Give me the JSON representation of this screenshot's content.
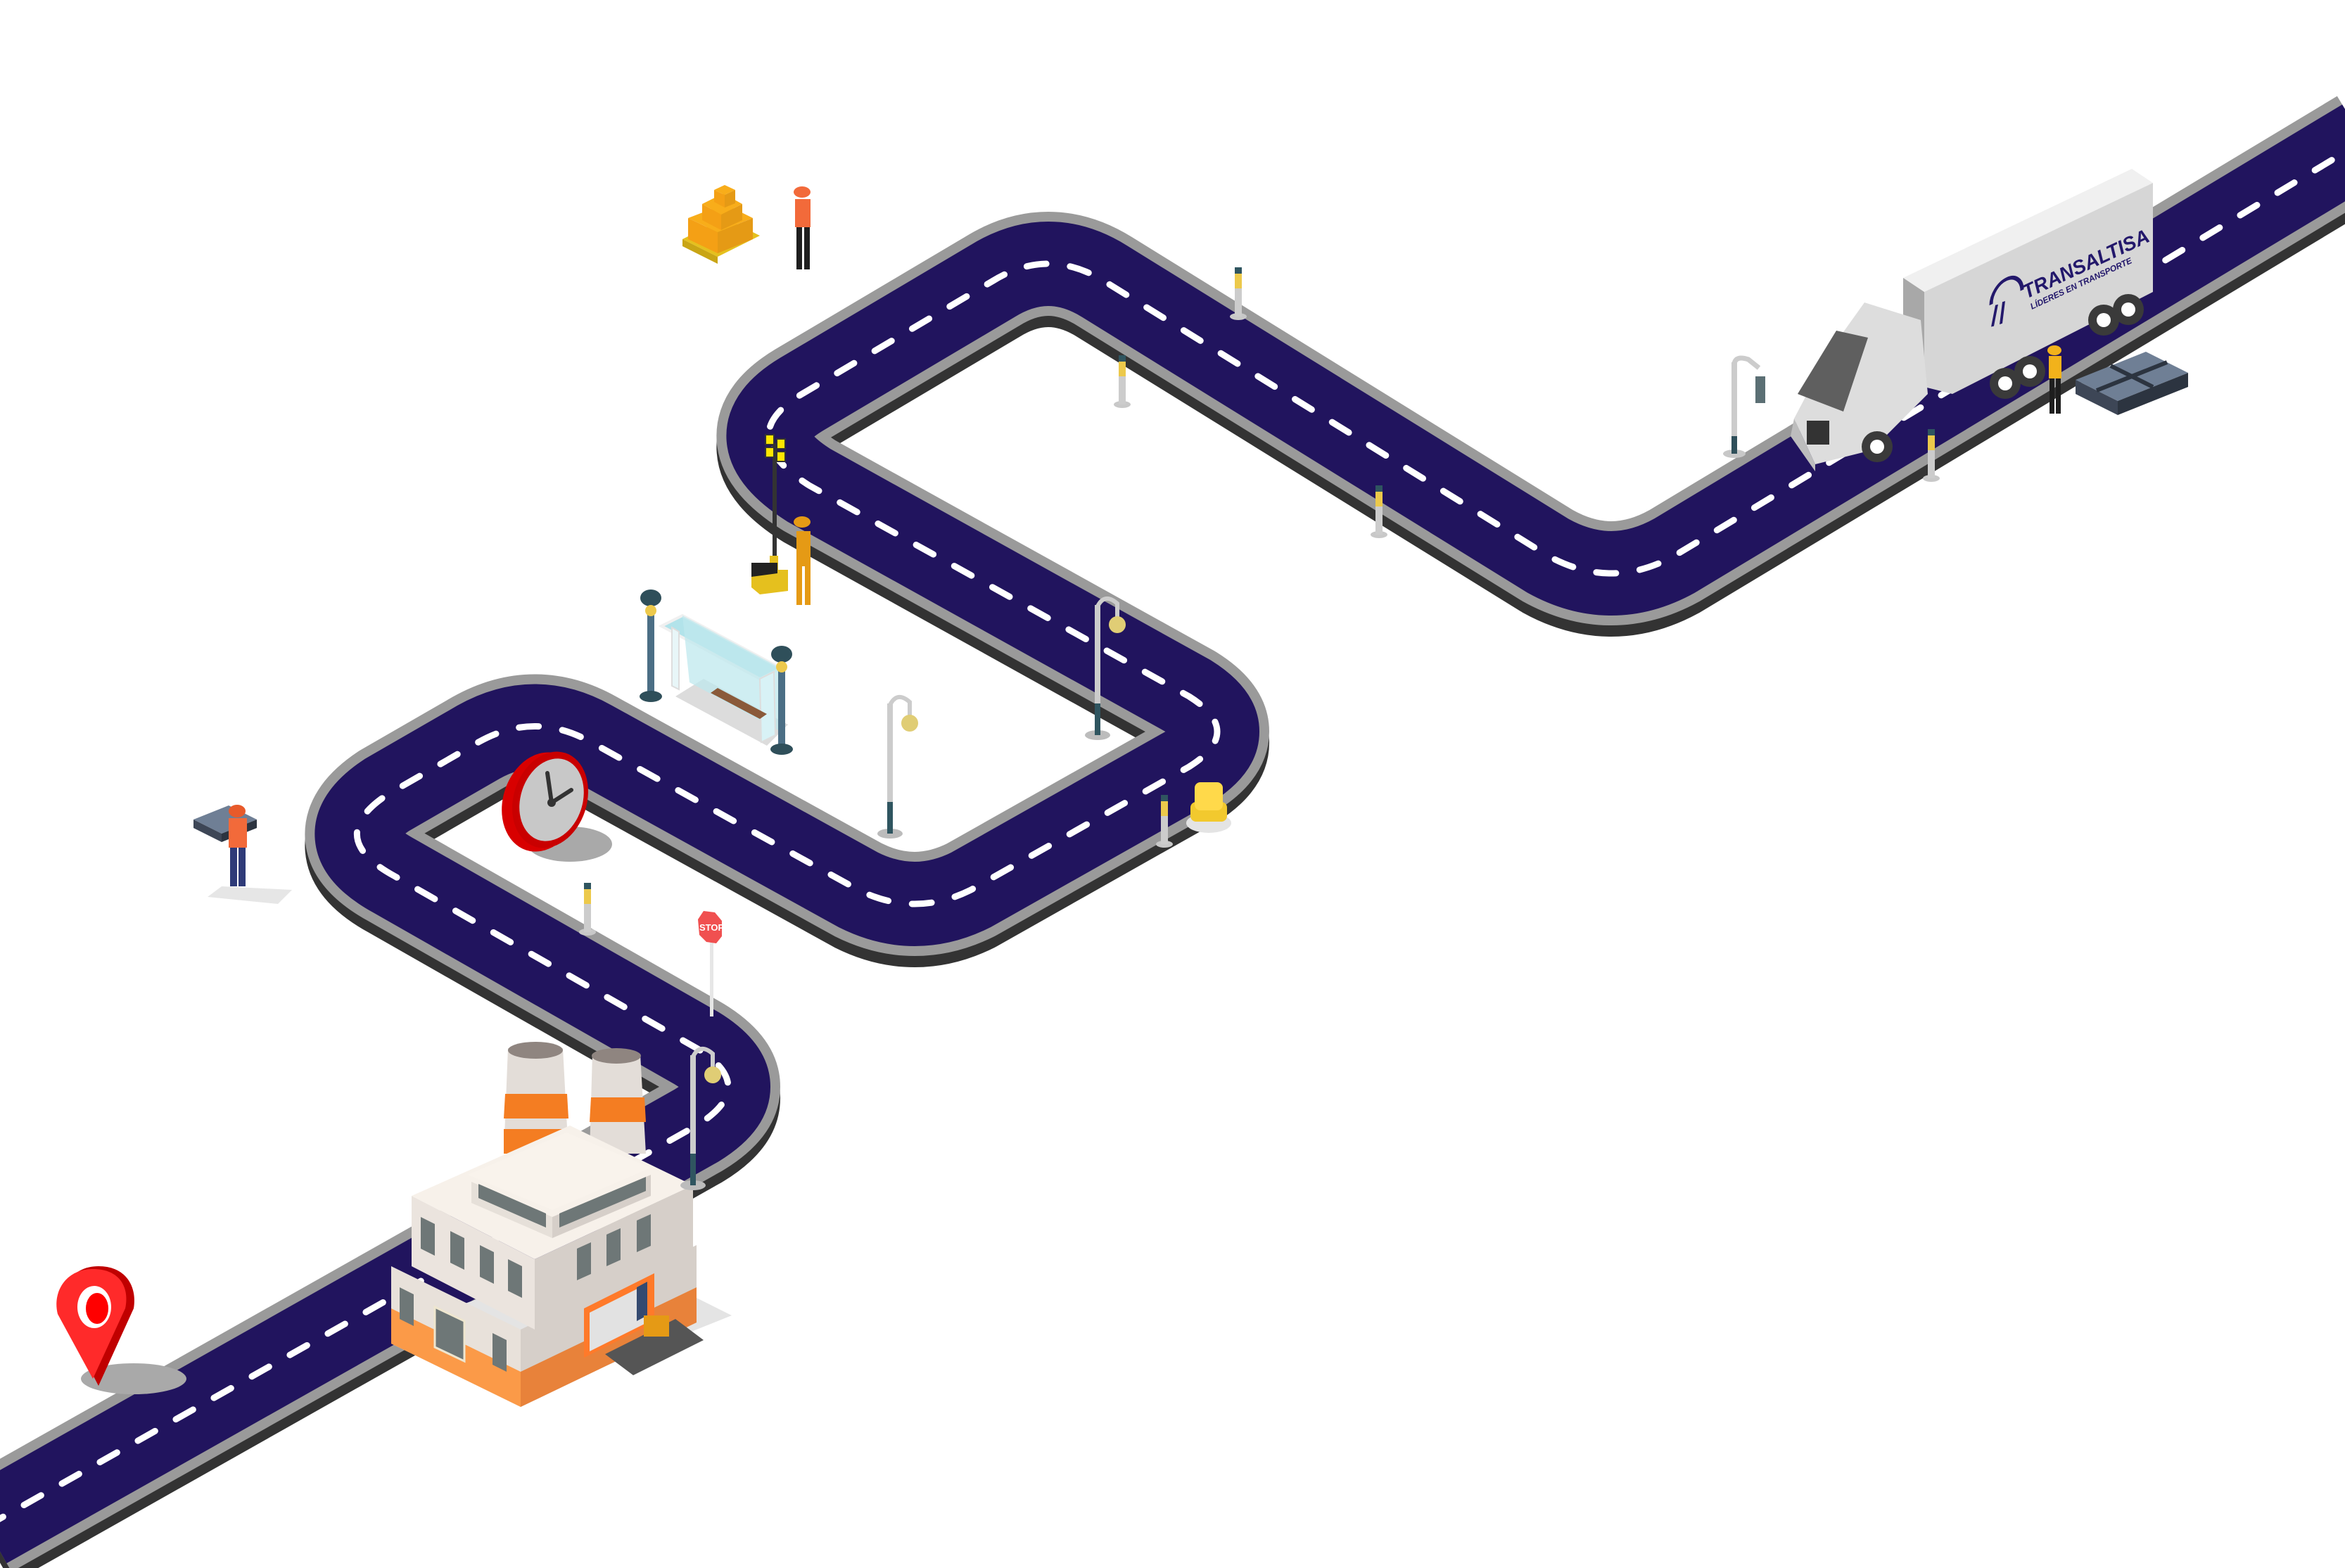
{
  "scene": {
    "title": "Isometric logistics route illustration",
    "colors": {
      "background": "#ffffff",
      "road_surface": "#21145e",
      "road_curb": "#9a9a9a",
      "road_side": "#333333",
      "lane_marking": "#ffffff",
      "accent_orange": "#f47d22",
      "accent_red": "#e00000",
      "accent_yellow": "#f2c92e",
      "brand_navy": "#23186b"
    }
  },
  "truck": {
    "brand": "TRANSALTISA",
    "slogan": "LÍDERES EN TRANSPORTE",
    "icon": "truck-icon"
  },
  "stop_sign": {
    "text": "STOP",
    "icon": "stop-sign-icon"
  },
  "landmarks": [
    {
      "name": "location-pin",
      "icon": "map-pin-icon"
    },
    {
      "name": "factory",
      "icon": "factory-icon"
    },
    {
      "name": "clock",
      "icon": "clock-icon"
    },
    {
      "name": "bus-stop",
      "icon": "bus-shelter-icon"
    },
    {
      "name": "light-tower-worker",
      "icon": "worker-icon"
    },
    {
      "name": "boxes-pallet",
      "icon": "boxes-icon"
    },
    {
      "name": "steel-pallets",
      "icon": "pallet-icon"
    },
    {
      "name": "traffic-light",
      "icon": "traffic-light-icon"
    },
    {
      "name": "bollard-cap",
      "icon": "hydrant-icon"
    }
  ]
}
